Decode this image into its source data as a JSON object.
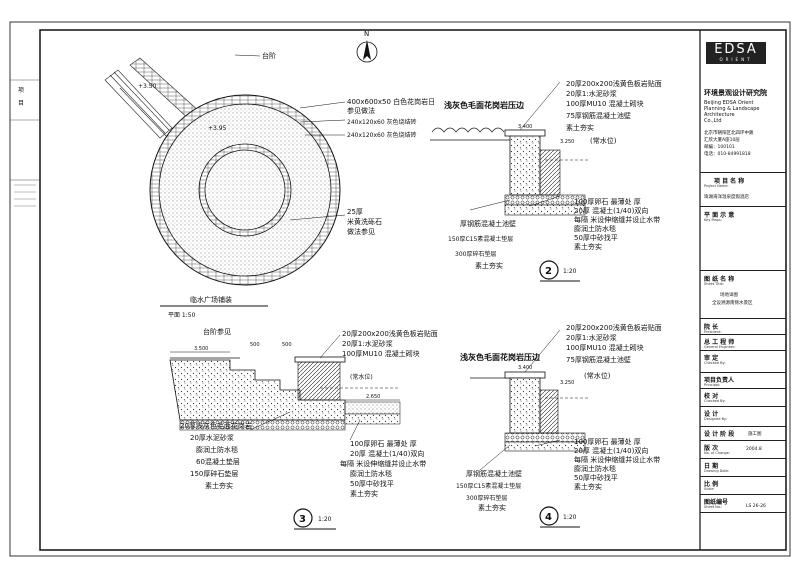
{
  "titleblock": {
    "logo_main": "EDSA",
    "logo_sub": "ORIENT",
    "company_cn": "环境景观设计研究院",
    "company_en_1": "Beijing EDSA Orient",
    "company_en_2": "Planning & Landscape",
    "company_en_3": "Architecture",
    "company_en_4": "Co.,Ltd",
    "address_1": "北京市朝阳区北四环中路",
    "address_2": "汇欣大厦A座10层",
    "address_3": "邮编：100101",
    "address_4": "电话：010-84991818",
    "project_name_label": "项 目 名 称",
    "project_name_en": "Project Name:",
    "project_name_value": "珠湖海洋温泉度假酒店",
    "plan_label": "平 面 示 意",
    "plan_en": "Key Maps:",
    "drawing_name_label": "图 纸 名 称",
    "drawing_name_en": "Sheet Title:",
    "drawing_name_1": "场地详图",
    "drawing_name_2": "全设溯源南侧水景区",
    "president_label": "院    长",
    "president_en": "President:",
    "chief_label": "总 工 程 师",
    "chief_en": "General Engineer:",
    "review_label": "审    定",
    "review_en": "Checked By:",
    "pm_label": "项目负责人",
    "pm_en": "Principal:",
    "check_label": "校    对",
    "check_en": "Checked By:",
    "design_label": "设    计",
    "design_en": "Designed By:",
    "phase_label": "设 计 阶 段",
    "phase_value": "施工图",
    "revision_label": "版    次",
    "revision_en": "No. of Change:",
    "revision_value": "2004.8",
    "date_label": "日    期",
    "date_en": "Drawing Date:",
    "scale_label": "比    例",
    "scale_en": "Scale:",
    "sheetno_label": "图纸编号",
    "sheetno_en": "Sheet No.:",
    "sheetno_value": "LS 26-26"
  },
  "left_margin": {
    "label_1": "项",
    "label_2": "目"
  },
  "plan": {
    "north": "N",
    "label_taiwan": "台阶",
    "elev_1": "+3.50",
    "elev_2": "+3.95",
    "note_1": "400x600x50 白色花岗岩日",
    "note_2": "参见做法",
    "note_3": "240x120x60 灰色烧结砖",
    "note_4": "240x120x60 灰色烧结砖",
    "note_5": "25厚",
    "note_6": "米黄洗砾石",
    "note_7": "做法参见",
    "title": "临水广场铺装",
    "scale": "平面 1:50"
  },
  "section2": {
    "number": "2",
    "scale": "1:20",
    "top_1": "20厚200x200浅黄色板岩贴面",
    "top_2": "20厚1:水泥砂浆",
    "top_3": "100厚MU10      混凝土砌块",
    "top_4": "75厚钢筋混凝土池壁",
    "top_5": "素土夯实",
    "left_top": "浅灰色毛面花岗岩压边",
    "water": "(常水位)",
    "dim_1": "3.400",
    "dim_2": "3.250",
    "bottom_1": "100厚卵石 最薄处   厚",
    "bottom_2": "20厚  混凝土(1/40)双向",
    "bottom_3": "每隔   米设伸缩缝并设止水带",
    "bottom_4": "膨润土防水毯",
    "bottom_5": "50厚中砂找平",
    "bottom_6": "素土夯实",
    "left_1": "厚钢筋混凝土池壁",
    "left_2": "150厚C15素混凝土垫层",
    "left_3": "300厚碎石垫层",
    "left_4": "素土夯实"
  },
  "section3": {
    "number": "3",
    "scale": "1:20",
    "top_left": "台阶参见",
    "top_1": "20厚200x200浅黄色板岩贴面",
    "top_2": "20厚1:水泥砂浆",
    "top_3": "100厚MU10      混凝土砌块",
    "dim_1": "3.500",
    "dim_2": "500",
    "dim_3": "500",
    "water": "(常水位)",
    "elev": "2.650",
    "left_1": "20厚浅灰色毛面花岗岩",
    "left_2": "20厚水泥砂浆",
    "left_3": "膨润土防水毯",
    "left_4": "60混凝土垫层",
    "left_5": "150厚碎石垫层",
    "left_6": "素土夯实",
    "bottom_1": "100厚卵石 最薄处   厚",
    "bottom_2": "20厚  混凝土(1/40)双向",
    "bottom_3": "每隔   米设伸缩缝并设止水带",
    "bottom_4": "膨润土防水毯",
    "bottom_5": "50厚中砂找平",
    "bottom_6": "素土夯实"
  },
  "section4": {
    "number": "4",
    "scale": "1:20",
    "top_1": "20厚200x200浅黄色板岩贴面",
    "top_2": "20厚1:水泥砂浆",
    "top_3": "100厚MU10      混凝土砌块",
    "top_4": "75厚钢筋混凝土池壁",
    "top_5": "(常水位)",
    "left_top": "浅灰色毛面花岗岩压边",
    "dim_1": "3.400",
    "dim_2": "3.250",
    "bottom_1": "100厚卵石 最薄处   厚",
    "bottom_2": "20厚  混凝土(1/40)双向",
    "bottom_3": "每隔   米设伸缩缝并设止水带",
    "bottom_4": "膨润土防水毯",
    "bottom_5": "50厚中砂找平",
    "bottom_6": "素土夯实",
    "left_1": "厚钢筋混凝土池壁",
    "left_2": "150厚C15素混凝土垫层",
    "left_3": "300厚碎石垫层",
    "left_4": "素土夯实"
  }
}
